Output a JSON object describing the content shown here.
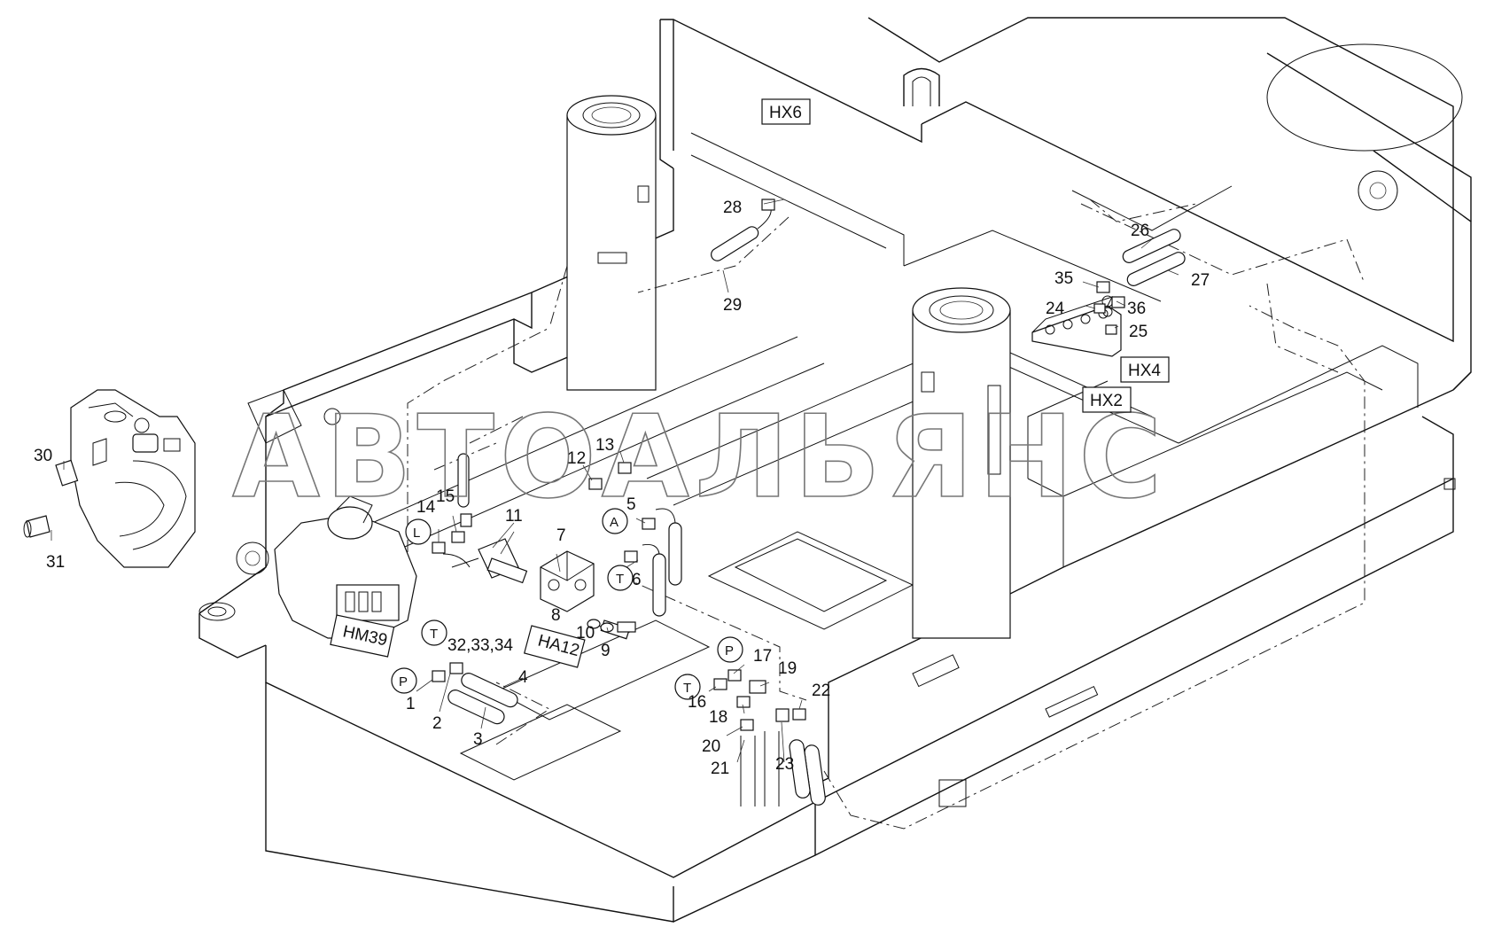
{
  "watermark": "АВТОАЛЬЯНС",
  "callouts": {
    "c1": "1",
    "c2": "2",
    "c3": "3",
    "c4": "4",
    "c5": "5",
    "c6": "6",
    "c7": "7",
    "c8": "8",
    "c9": "9",
    "c10": "10",
    "c11": "11",
    "c12": "12",
    "c13": "13",
    "c14": "14",
    "c15": "15",
    "c16": "16",
    "c17": "17",
    "c18": "18",
    "c19": "19",
    "c20": "20",
    "c21": "21",
    "c22": "22",
    "c23": "23",
    "c24": "24",
    "c25": "25",
    "c26": "26",
    "c27": "27",
    "c28": "28",
    "c29": "29",
    "c30": "30",
    "c31": "31",
    "c32_34": "32,33,34",
    "c35": "35",
    "c36": "36"
  },
  "connector_tags": {
    "hx6": "HX6",
    "hx4": "HX4",
    "hx2": "HX2",
    "hm39": "HM39",
    "ha12": "HA12"
  },
  "port_labels": {
    "l": "L",
    "a": "A",
    "t_upper": "T",
    "t_mid": "T",
    "t_right": "T",
    "p_left": "P",
    "p_right": "P"
  }
}
